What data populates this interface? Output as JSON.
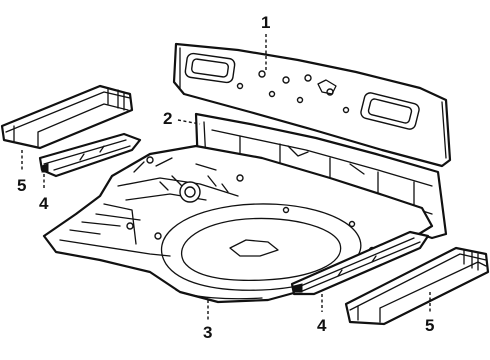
{
  "callouts": {
    "c1": "1",
    "c2": "2",
    "c3": "3",
    "c4_left": "4",
    "c4_right": "4",
    "c5_left": "5",
    "c5_right": "5"
  }
}
